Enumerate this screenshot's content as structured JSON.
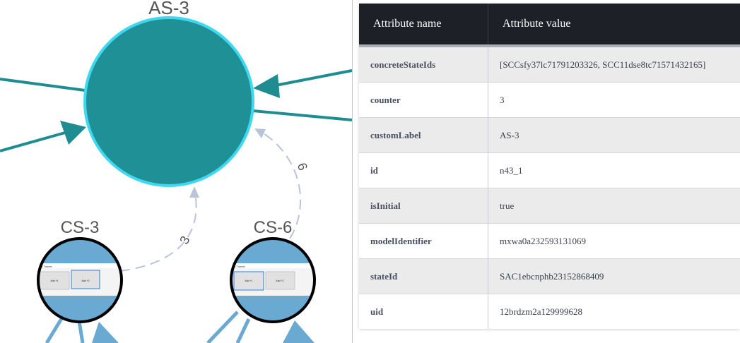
{
  "graph": {
    "abstract_node": {
      "label": "AS-3",
      "fill": "#1e9096",
      "stroke": "#3fd8f0"
    },
    "concrete_nodes": [
      {
        "label": "CS-3",
        "fill": "#6aa9d2",
        "buttons": [
          "Add +1",
          "Add +2"
        ]
      },
      {
        "label": "CS-6",
        "fill": "#6aa9d2",
        "buttons": [
          "Add +1",
          "Add +2"
        ]
      }
    ],
    "window_title": "Tk Tunnel",
    "edge_labels": [
      "3",
      "6"
    ],
    "colors": {
      "edge_teal": "#1e8c91",
      "edge_blue": "#6aa9d2",
      "dashed": "#b9c4da"
    }
  },
  "table": {
    "headers": [
      "Attribute name",
      "Attribute value"
    ],
    "rows": [
      {
        "name": "concreteStateIds",
        "value": "[SCCsfy37lc71791203326, SCC11dse8tc71571432165]"
      },
      {
        "name": "counter",
        "value": "3"
      },
      {
        "name": "customLabel",
        "value": "AS-3"
      },
      {
        "name": "id",
        "value": "n43_1"
      },
      {
        "name": "isInitial",
        "value": "true"
      },
      {
        "name": "modelIdentifier",
        "value": "mxwa0a232593131069"
      },
      {
        "name": "stateId",
        "value": "SAC1ebcnphb23152868409"
      },
      {
        "name": "uid",
        "value": "12brdzm2a129999628"
      }
    ]
  }
}
